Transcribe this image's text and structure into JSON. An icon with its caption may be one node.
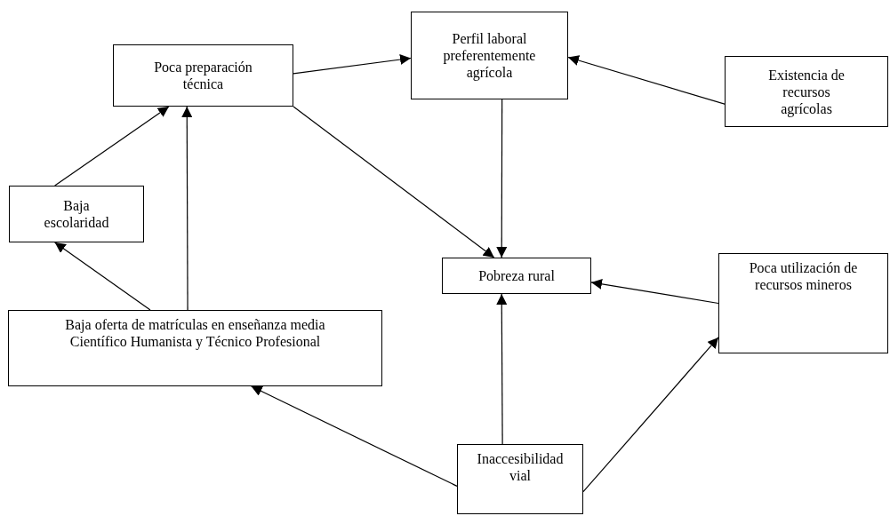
{
  "diagram": {
    "nodes": [
      {
        "text": [
          "Poca preparación técnica"
        ]
      },
      {
        "text": [
          "Perfil laboral preferentemente agrícola"
        ]
      },
      {
        "text": [
          "Existencia de recursos agrícolas"
        ]
      },
      {
        "text": [
          "Baja escolaridad"
        ]
      },
      {
        "text": [
          "Pobreza rural"
        ]
      },
      {
        "text": [
          "Poca utilización de recursos mineros"
        ]
      },
      {
        "text": [
          "Baja oferta de matrículas en enseñanza media Científico Humanista y Técnico Profesional"
        ]
      },
      {
        "text": [
          "Inaccesibilidad vial"
        ]
      }
    ],
    "edges": [
      {
        "from": 0,
        "to": 1,
        "arrow": "to"
      },
      {
        "from": 2,
        "to": 1,
        "arrow": "to"
      },
      {
        "from": 1,
        "to": 4,
        "arrow": "to"
      },
      {
        "from": 0,
        "to": 4,
        "arrow": "to"
      },
      {
        "from": 3,
        "to": 0,
        "arrow": "to"
      },
      {
        "from": 6,
        "to": 0,
        "arrow": "to"
      },
      {
        "from": 6,
        "to": 3,
        "arrow": "to"
      },
      {
        "from": 7,
        "to": 6,
        "arrow": "to"
      },
      {
        "from": 7,
        "to": 4,
        "arrow": "to"
      },
      {
        "from": 5,
        "to": 4,
        "arrow": "to"
      },
      {
        "from": 7,
        "to": 5,
        "arrow": "to"
      }
    ]
  }
}
